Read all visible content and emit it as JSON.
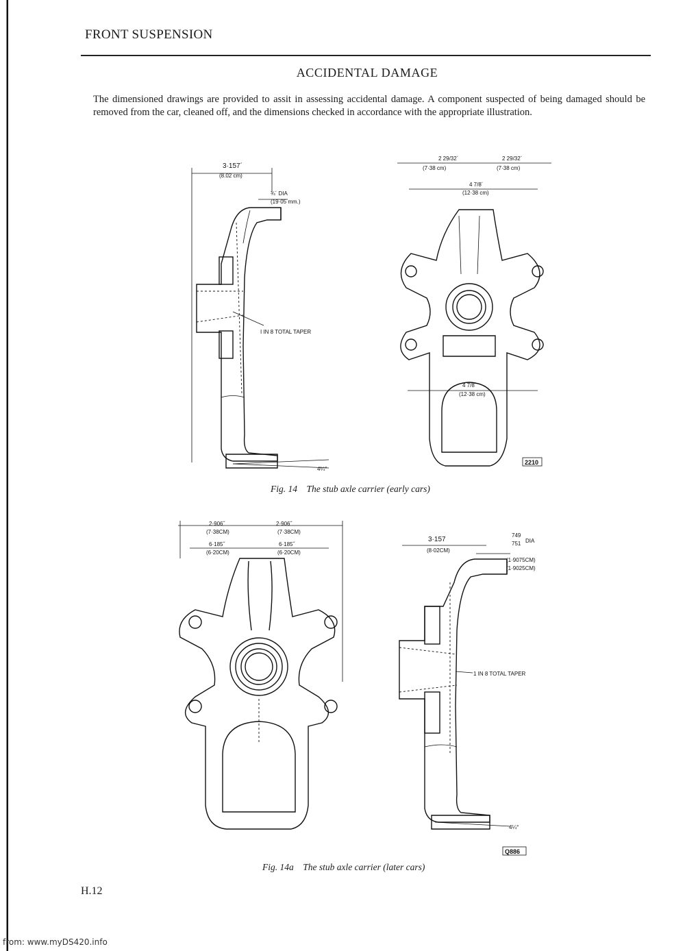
{
  "header": {
    "title": "FRONT SUSPENSION"
  },
  "section": {
    "title": "ACCIDENTAL DAMAGE"
  },
  "intro": "The dimensioned drawings are provided to assit in assessing accidental damage. A component suspected of being damaged should be removed from the car, cleaned off, and the dimensions checked in accordance with the appropriate illustration.",
  "fig14": {
    "caption": "Fig. 14    The stub axle carrier (early cars)",
    "side": {
      "dim1": "3·157´",
      "dim1_metric": "(8.02 cm)",
      "dia": "¾´ DIA",
      "dia_metric": "(19·05 mm.)",
      "taper": "I IN 8 TOTAL TAPER",
      "angle": "4¼°"
    },
    "front": {
      "dim_left": "2 29/32´",
      "dim_left_metric": "(7·38 cm)",
      "dim_right": "2 29/32´",
      "dim_right_metric": "(7·38 cm)",
      "dim_mid": "4 7/8´",
      "dim_mid_metric": "(12·38 cm)",
      "dim_lower": "4 7/8´",
      "dim_lower_metric": "(12·38 cm)"
    },
    "ref": "2210"
  },
  "fig14a": {
    "caption": "Fig. 14a    The stub axle carrier (later cars)",
    "front": {
      "dim_left": "2·906˝",
      "dim_left_metric": "(7·38CM)",
      "dim_right": "2·906˝",
      "dim_right_metric": "(7·38CM)",
      "dim_inner_left": "6·185˝",
      "dim_inner_left_metric": "(6·20CM)",
      "dim_inner_right": "6·185˝",
      "dim_inner_right_metric": "(6·20CM)"
    },
    "side": {
      "dim1": "3·157",
      "dim1_metric": "(8·02CM)",
      "dia_top": "749",
      "dia_bottom": "751",
      "dia_label": "DIA",
      "dia_metric_top": "(1·9075CM)",
      "dia_metric_bottom": "(1·9025CM)",
      "taper": "1 IN 8 TOTAL TAPER",
      "angle": "4¼°"
    },
    "ref": "Q886"
  },
  "page_number": "H.12",
  "footer": "from: www.myDS420.info"
}
